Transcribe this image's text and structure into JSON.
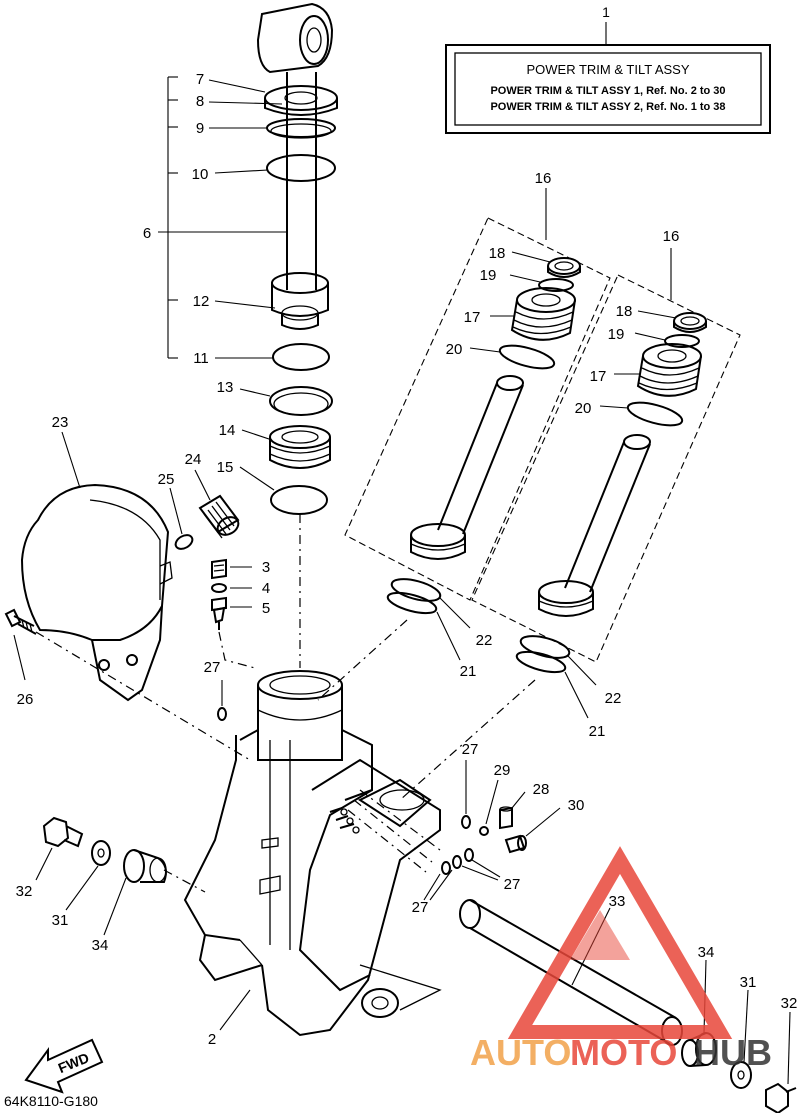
{
  "legend_box": {
    "ref": "1",
    "title": "POWER TRIM & TILT ASSY",
    "lines": [
      "POWER TRIM & TILT ASSY 1,  Ref. No. 2  to  30",
      "POWER TRIM & TILT ASSY 2,  Ref. No. 1  to  38"
    ]
  },
  "callouts": {
    "c7": "7",
    "c8": "8",
    "c9": "9",
    "c10": "10",
    "c6": "6",
    "c12": "12",
    "c11": "11",
    "c13": "13",
    "c14": "14",
    "c15": "15",
    "c23": "23",
    "c24": "24",
    "c25": "25",
    "c3": "3",
    "c4": "4",
    "c5": "5",
    "c26": "26",
    "c27a": "27",
    "c16a": "16",
    "c18a": "18",
    "c19a": "19",
    "c17a": "17",
    "c20a": "20",
    "c16b": "16",
    "c18b": "18",
    "c19b": "19",
    "c17b": "17",
    "c20b": "20",
    "c22a": "22",
    "c21a": "21",
    "c22b": "22",
    "c21b": "21",
    "c27b": "27",
    "c29": "29",
    "c28": "28",
    "c30": "30",
    "c27c": "27",
    "c27d": "27",
    "c32a": "32",
    "c31a": "31",
    "c34a": "34",
    "c33": "33",
    "c34b": "34",
    "c31b": "31",
    "c32b": "32",
    "c2": "2"
  },
  "fwd_label": "FWD",
  "diagram_code": "64K8110-G180",
  "watermark": {
    "left": "AUTO",
    "middle": "MOTO",
    "right": "HUB",
    "color_orange": "#f2a24a",
    "color_red": "#e8473a",
    "color_dark": "#333333"
  }
}
